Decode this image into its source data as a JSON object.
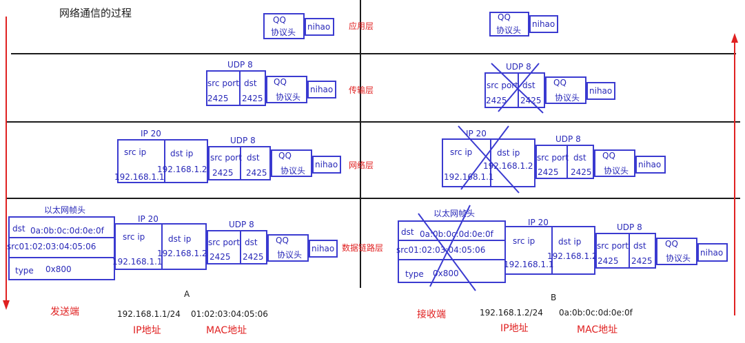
{
  "title": "网络通信的过程",
  "proto": {
    "qq": "QQ",
    "qq_head": "协议头",
    "nihao": "nihao",
    "udp": "UDP  8",
    "src_port": "src port",
    "dst": "dst",
    "port_val": "2425",
    "ip20": "IP 20",
    "src_ip": "src ip",
    "dst_ip": "dst ip",
    "ip_a": "192.168.1.1",
    "ip_b": "192.168.1.2",
    "eth_head": "以太网帧头",
    "mac_dst": "0a:0b:0c:0d:0e:0f",
    "src_mac": "src01:02:03:04:05:06",
    "type": "type",
    "type_val": "0x800"
  },
  "layers": {
    "app": "应用层",
    "transport": "传输层",
    "network": "网络层",
    "datalink": "数据链路层"
  },
  "bottom": {
    "host_a": "A",
    "host_b": "B",
    "sender": "发送端",
    "receiver": "接收端",
    "ip_a": "192.168.1.1/24",
    "mac_a": "01:02:03:04:05:06",
    "ip_b": "192.168.1.2/24",
    "mac_b": "0a:0b:0c:0d:0e:0f",
    "ip_label": "IP地址",
    "mac_label": "MAC地址"
  },
  "colors": {
    "box_border": "#3a3ad0",
    "box_text": "#2828b8",
    "layer_label": "#e02020",
    "arrow": "#e02020",
    "rule_line": "#1a1a1a"
  }
}
